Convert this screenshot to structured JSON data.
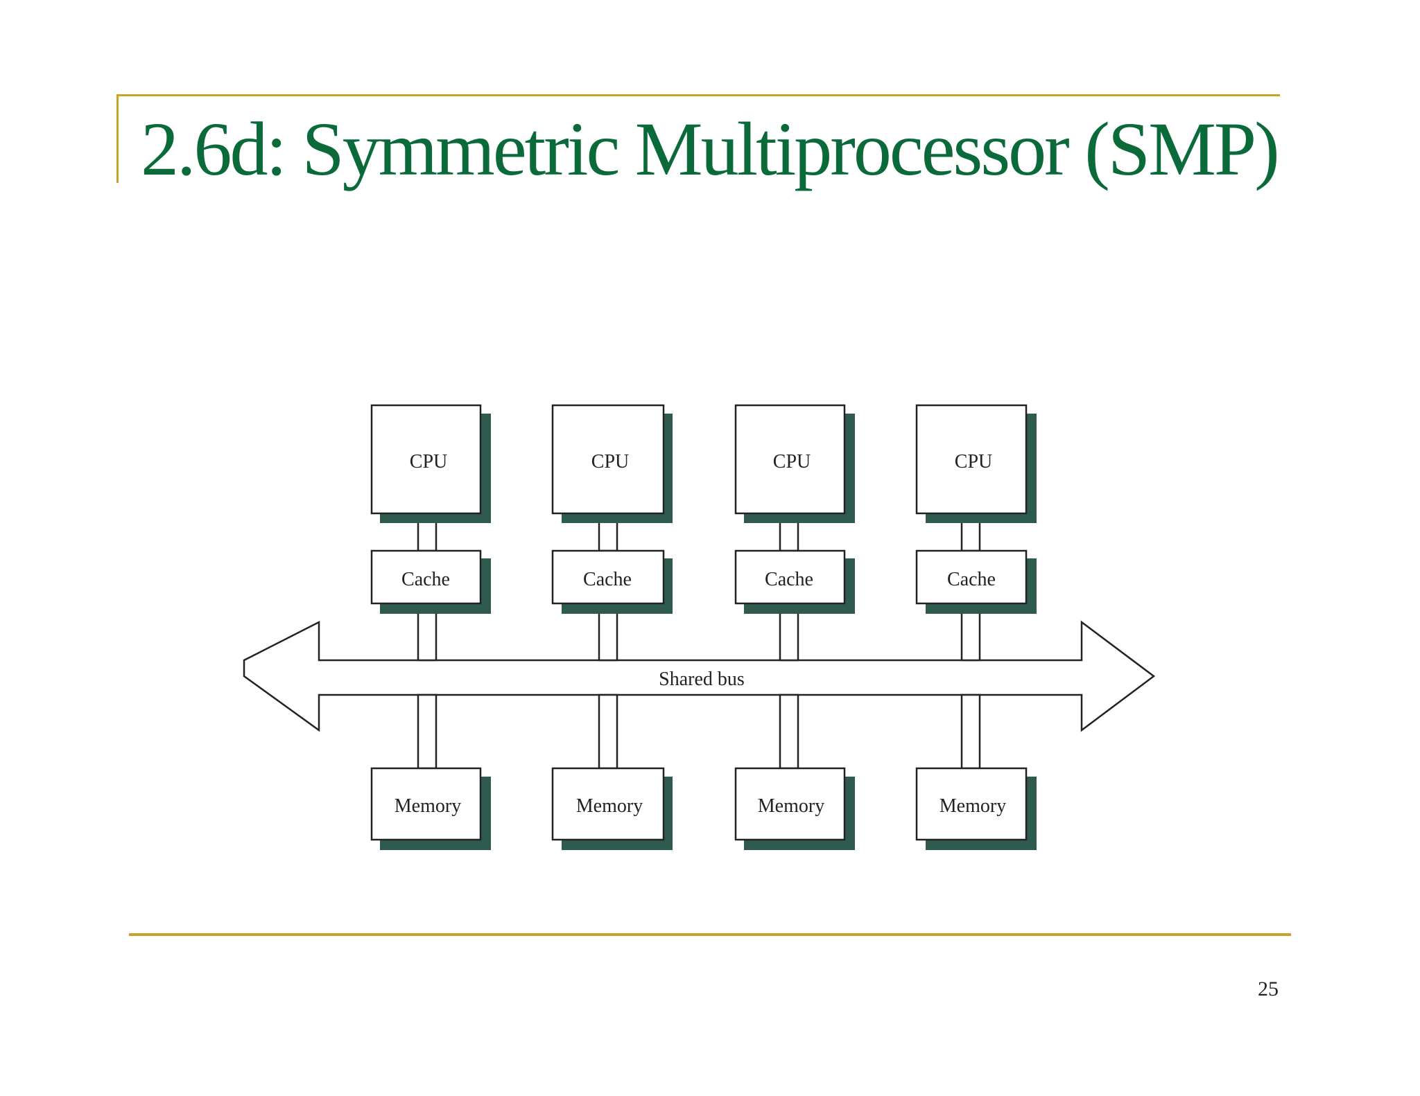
{
  "slide": {
    "title": "2.6d: Symmetric Multiprocessor (SMP)",
    "page_number": "25"
  },
  "colors": {
    "title_text": "#0b6a3a",
    "accent_rule": "#c9a227",
    "box_shadow": "#2f5a50",
    "line": "#222222"
  },
  "diagram": {
    "nodes": [
      {
        "cpu": "CPU",
        "cache": "Cache",
        "memory": "Memory"
      },
      {
        "cpu": "CPU",
        "cache": "Cache",
        "memory": "Memory"
      },
      {
        "cpu": "CPU",
        "cache": "Cache",
        "memory": "Memory"
      },
      {
        "cpu": "CPU",
        "cache": "Cache",
        "memory": "Memory"
      }
    ],
    "bus_label": "Shared bus"
  }
}
